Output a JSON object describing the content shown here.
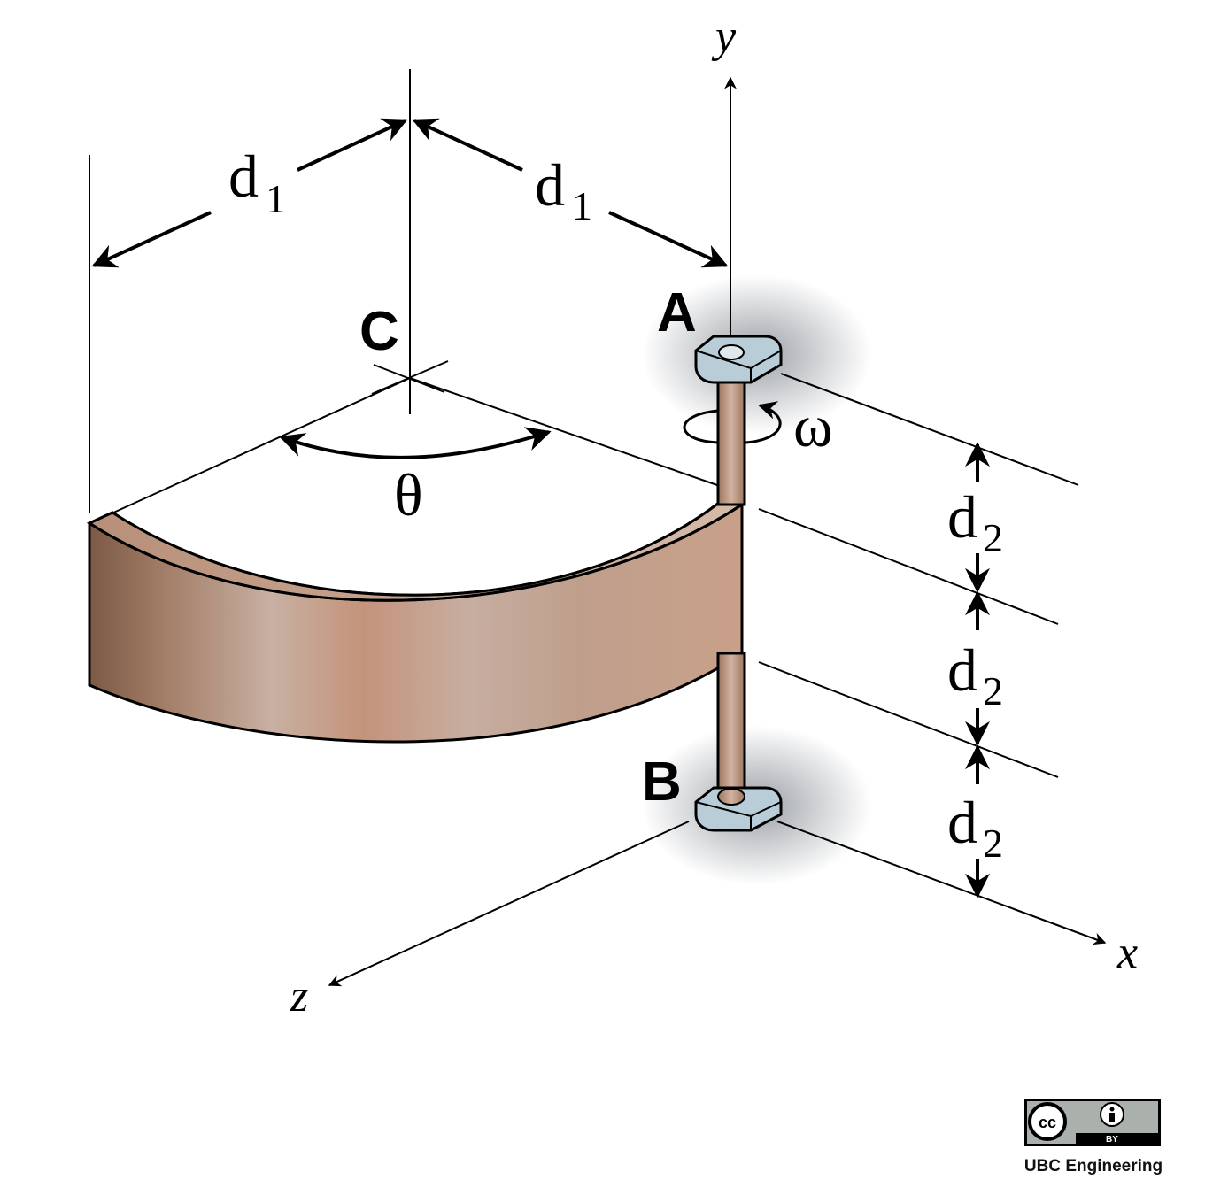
{
  "labels": {
    "y_axis": "y",
    "x_axis": "x",
    "z_axis": "z",
    "point_c": "C",
    "point_a": "A",
    "point_b": "B",
    "theta": "θ",
    "omega": "ω",
    "d1_base": "d",
    "d1_sub": "1",
    "d2_base": "d",
    "d2_sub": "2"
  },
  "license": {
    "cc": "cc",
    "by": "BY",
    "credit": "UBC Engineering"
  },
  "colors": {
    "copper_dark": "#7c5a45",
    "copper_mid": "#c49a82",
    "copper_light": "#d8bcae",
    "bearing": "#b8cdd8",
    "shadow": "#8a8f96"
  }
}
